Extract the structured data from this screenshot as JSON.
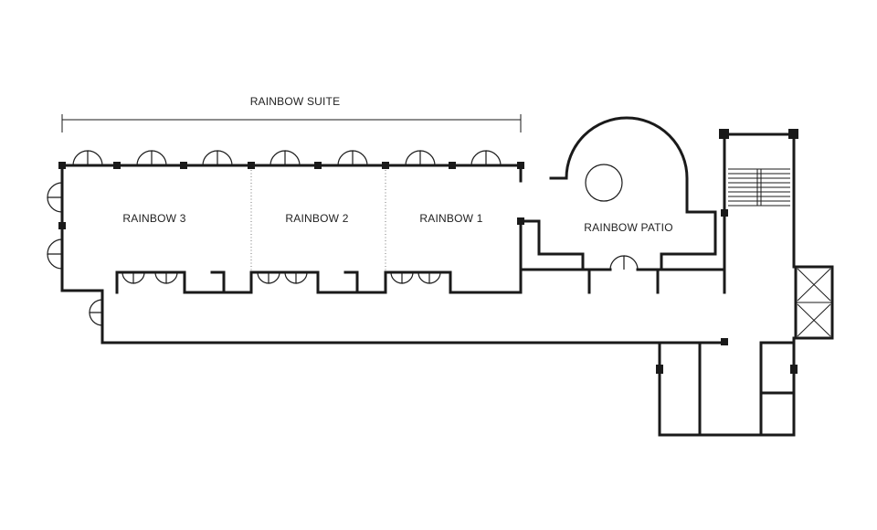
{
  "suite": {
    "label": "RAINBOW SUITE"
  },
  "rooms": {
    "rainbow_3": "RAINBOW 3",
    "rainbow_2": "RAINBOW 2",
    "rainbow_1": "RAINBOW 1",
    "rainbow_patio": "RAINBOW PATIO"
  },
  "colors": {
    "line": "#1a1a1a",
    "background": "#ffffff",
    "divider": "#777777"
  }
}
